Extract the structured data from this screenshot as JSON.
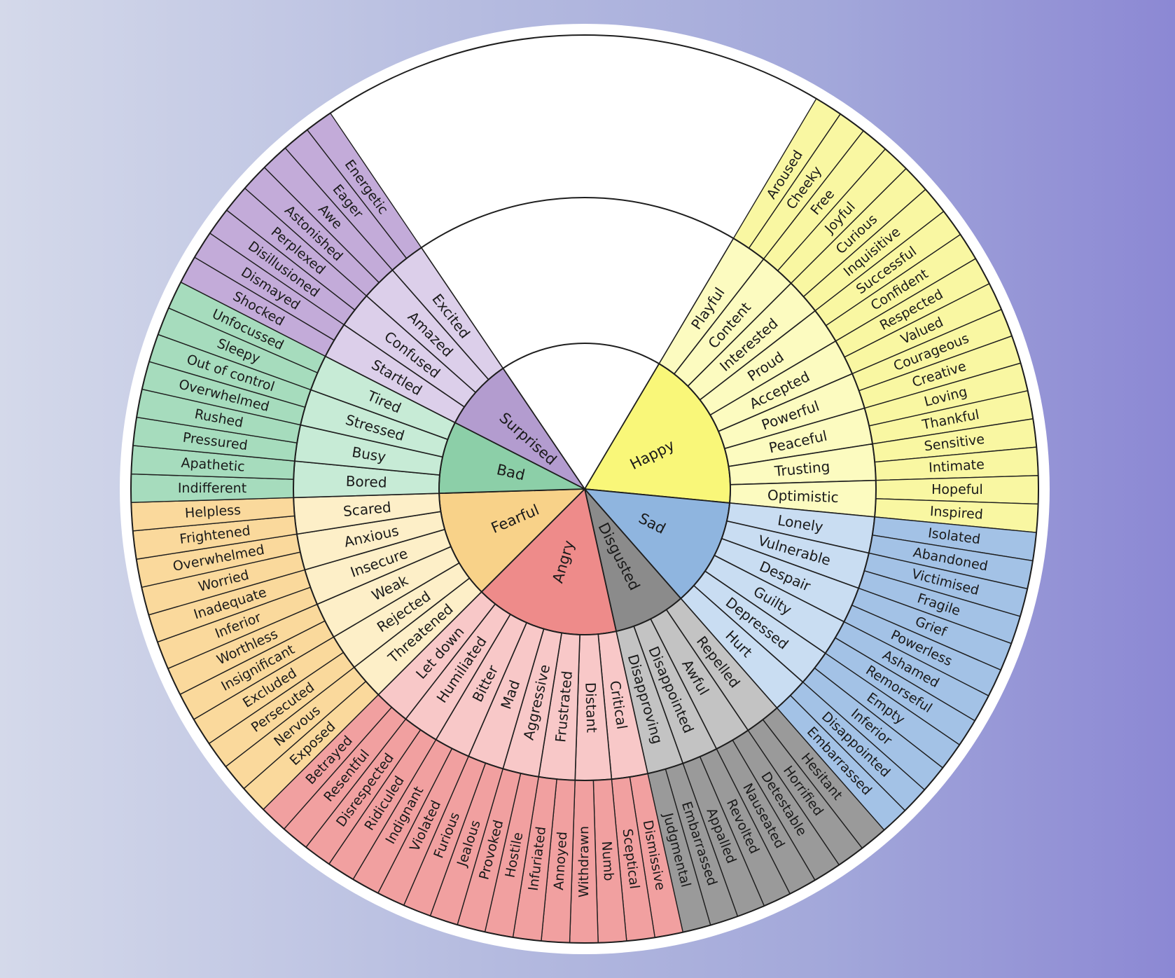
{
  "palette": {
    "Happy": [
      "#f9f779",
      "#fcfbc0",
      "#f9f7a2"
    ],
    "Surprised": [
      "#b39ccf",
      "#dccfea",
      "#c3abd9"
    ],
    "Bad": [
      "#8ccfa8",
      "#c7ebd6",
      "#a6dcbd"
    ],
    "Fearful": [
      "#f8d289",
      "#fdefc8",
      "#fad99c"
    ],
    "Angry": [
      "#ee8b8a",
      "#f8c8c8",
      "#f1a0a0"
    ],
    "Disgusted": [
      "#8b8b8b",
      "#c3c3c3",
      "#9a9a9a"
    ],
    "Sad": [
      "#8fb5df",
      "#c9ddf2",
      "#a3c2e6"
    ]
  },
  "wheel": [
    {
      "name": "Happy",
      "children": [
        {
          "name": "Playful",
          "children": [
            "Aroused",
            "Cheeky"
          ]
        },
        {
          "name": "Content",
          "children": [
            "Free",
            "Joyful"
          ]
        },
        {
          "name": "Interested",
          "children": [
            "Curious",
            "Inquisitive"
          ]
        },
        {
          "name": "Proud",
          "children": [
            "Successful",
            "Confident"
          ]
        },
        {
          "name": "Accepted",
          "children": [
            "Respected",
            "Valued"
          ]
        },
        {
          "name": "Powerful",
          "children": [
            "Courageous",
            "Creative"
          ]
        },
        {
          "name": "Peaceful",
          "children": [
            "Loving",
            "Thankful"
          ]
        },
        {
          "name": "Trusting",
          "children": [
            "Sensitive",
            "Intimate"
          ]
        },
        {
          "name": "Optimistic",
          "children": [
            "Hopeful",
            "Inspired"
          ]
        }
      ]
    },
    {
      "name": "Sad",
      "children": [
        {
          "name": "Lonely",
          "children": [
            "Isolated",
            "Abandoned"
          ]
        },
        {
          "name": "Vulnerable",
          "children": [
            "Victimised",
            "Fragile"
          ]
        },
        {
          "name": "Despair",
          "children": [
            "Grief",
            "Powerless"
          ]
        },
        {
          "name": "Guilty",
          "children": [
            "Ashamed",
            "Remorseful"
          ]
        },
        {
          "name": "Depressed",
          "children": [
            "Empty",
            "Inferior"
          ]
        },
        {
          "name": "Hurt",
          "children": [
            "Disappointed",
            "Embarrassed"
          ]
        }
      ]
    },
    {
      "name": "Disgusted",
      "children": [
        {
          "name": "Repelled",
          "children": [
            "Hesitant",
            "Horrified"
          ]
        },
        {
          "name": "Awful",
          "children": [
            "Detestable",
            "Nauseated"
          ]
        },
        {
          "name": "Disappointed",
          "children": [
            "Revolted",
            "Appalled"
          ]
        },
        {
          "name": "Disapproving",
          "children": [
            "Embarrassed",
            "Judgmental"
          ]
        }
      ]
    },
    {
      "name": "Angry",
      "children": [
        {
          "name": "Critical",
          "children": [
            "Dismissive",
            "Sceptical"
          ]
        },
        {
          "name": "Distant",
          "children": [
            "Numb",
            "Withdrawn"
          ]
        },
        {
          "name": "Frustrated",
          "children": [
            "Annoyed",
            "Infuriated"
          ]
        },
        {
          "name": "Aggressive",
          "children": [
            "Hostile",
            "Provoked"
          ]
        },
        {
          "name": "Mad",
          "children": [
            "Jealous",
            "Furious"
          ]
        },
        {
          "name": "Bitter",
          "children": [
            "Violated",
            "Indignant"
          ]
        },
        {
          "name": "Humiliated",
          "children": [
            "Ridiculed",
            "Disrespected"
          ]
        },
        {
          "name": "Let down",
          "children": [
            "Resentful",
            "Betrayed"
          ]
        }
      ]
    },
    {
      "name": "Fearful",
      "children": [
        {
          "name": "Threatened",
          "children": [
            "Exposed",
            "Nervous"
          ]
        },
        {
          "name": "Rejected",
          "children": [
            "Persecuted",
            "Excluded"
          ]
        },
        {
          "name": "Weak",
          "children": [
            "Insignificant",
            "Worthless"
          ]
        },
        {
          "name": "Insecure",
          "children": [
            "Inferior",
            "Inadequate"
          ]
        },
        {
          "name": "Anxious",
          "children": [
            "Worried",
            "Overwhelmed"
          ]
        },
        {
          "name": "Scared",
          "children": [
            "Frightened",
            "Helpless"
          ]
        }
      ]
    },
    {
      "name": "Bad",
      "children": [
        {
          "name": "Bored",
          "children": [
            "Indifferent",
            "Apathetic"
          ]
        },
        {
          "name": "Busy",
          "children": [
            "Pressured",
            "Rushed"
          ]
        },
        {
          "name": "Stressed",
          "children": [
            "Overwhelmed",
            "Out of control"
          ]
        },
        {
          "name": "Tired",
          "children": [
            "Sleepy",
            "Unfocussed"
          ]
        }
      ]
    },
    {
      "name": "Surprised",
      "children": [
        {
          "name": "Startled",
          "children": [
            "Shocked",
            "Dismayed"
          ]
        },
        {
          "name": "Confused",
          "children": [
            "Disillusioned",
            "Perplexed"
          ]
        },
        {
          "name": "Amazed",
          "children": [
            "Astonished",
            "Awe"
          ]
        },
        {
          "name": "Excited",
          "children": [
            "Eager",
            "Energetic"
          ]
        }
      ]
    }
  ]
}
